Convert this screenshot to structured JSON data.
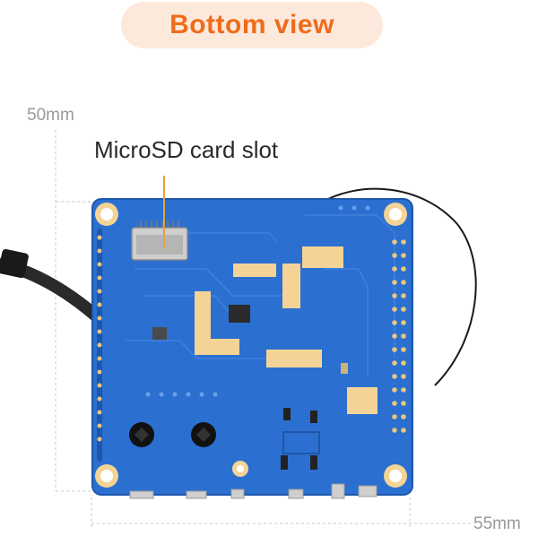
{
  "header": {
    "title": "Bottom view"
  },
  "dimensions": {
    "height": "50mm",
    "width": "55mm"
  },
  "callout": {
    "label": "MicroSD card slot"
  },
  "colors": {
    "accent": "#ef6c1a",
    "pill_bg": "#fde9dc",
    "board": "#2b6fd0",
    "pads": "#f3d496"
  }
}
